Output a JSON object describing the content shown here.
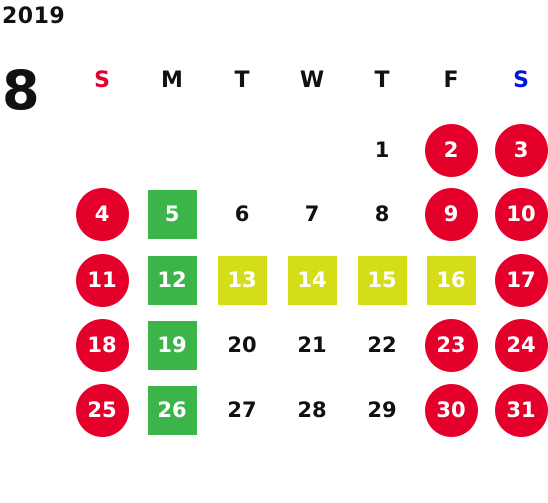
{
  "header": {
    "year": "2019",
    "month": "8"
  },
  "colors": {
    "holiday": "#e4002b",
    "green": "#3bb54a",
    "yellow": "#d4dd17",
    "sunday_label": "#e4002b",
    "saturday_label": "#0019d6",
    "text": "#111111"
  },
  "weekdays": [
    {
      "label": "S",
      "color_key": "sunday_label"
    },
    {
      "label": "M",
      "color_key": "text"
    },
    {
      "label": "T",
      "color_key": "text"
    },
    {
      "label": "W",
      "color_key": "text"
    },
    {
      "label": "T",
      "color_key": "text"
    },
    {
      "label": "F",
      "color_key": "text"
    },
    {
      "label": "S",
      "color_key": "saturday_label"
    }
  ],
  "weeks": [
    [
      null,
      null,
      null,
      null,
      {
        "day": "1",
        "style": "plain"
      },
      {
        "day": "2",
        "style": "holiday"
      },
      {
        "day": "3",
        "style": "holiday"
      }
    ],
    [
      {
        "day": "4",
        "style": "holiday"
      },
      {
        "day": "5",
        "style": "green"
      },
      {
        "day": "6",
        "style": "plain"
      },
      {
        "day": "7",
        "style": "plain"
      },
      {
        "day": "8",
        "style": "plain"
      },
      {
        "day": "9",
        "style": "holiday"
      },
      {
        "day": "10",
        "style": "holiday"
      }
    ],
    [
      {
        "day": "11",
        "style": "holiday"
      },
      {
        "day": "12",
        "style": "green"
      },
      {
        "day": "13",
        "style": "yellow"
      },
      {
        "day": "14",
        "style": "yellow"
      },
      {
        "day": "15",
        "style": "yellow"
      },
      {
        "day": "16",
        "style": "yellow"
      },
      {
        "day": "17",
        "style": "holiday"
      }
    ],
    [
      {
        "day": "18",
        "style": "holiday"
      },
      {
        "day": "19",
        "style": "green"
      },
      {
        "day": "20",
        "style": "plain"
      },
      {
        "day": "21",
        "style": "plain"
      },
      {
        "day": "22",
        "style": "plain"
      },
      {
        "day": "23",
        "style": "holiday"
      },
      {
        "day": "24",
        "style": "holiday"
      }
    ],
    [
      {
        "day": "25",
        "style": "holiday"
      },
      {
        "day": "26",
        "style": "green"
      },
      {
        "day": "27",
        "style": "plain"
      },
      {
        "day": "28",
        "style": "plain"
      },
      {
        "day": "29",
        "style": "plain"
      },
      {
        "day": "30",
        "style": "holiday"
      },
      {
        "day": "31",
        "style": "holiday"
      }
    ]
  ]
}
